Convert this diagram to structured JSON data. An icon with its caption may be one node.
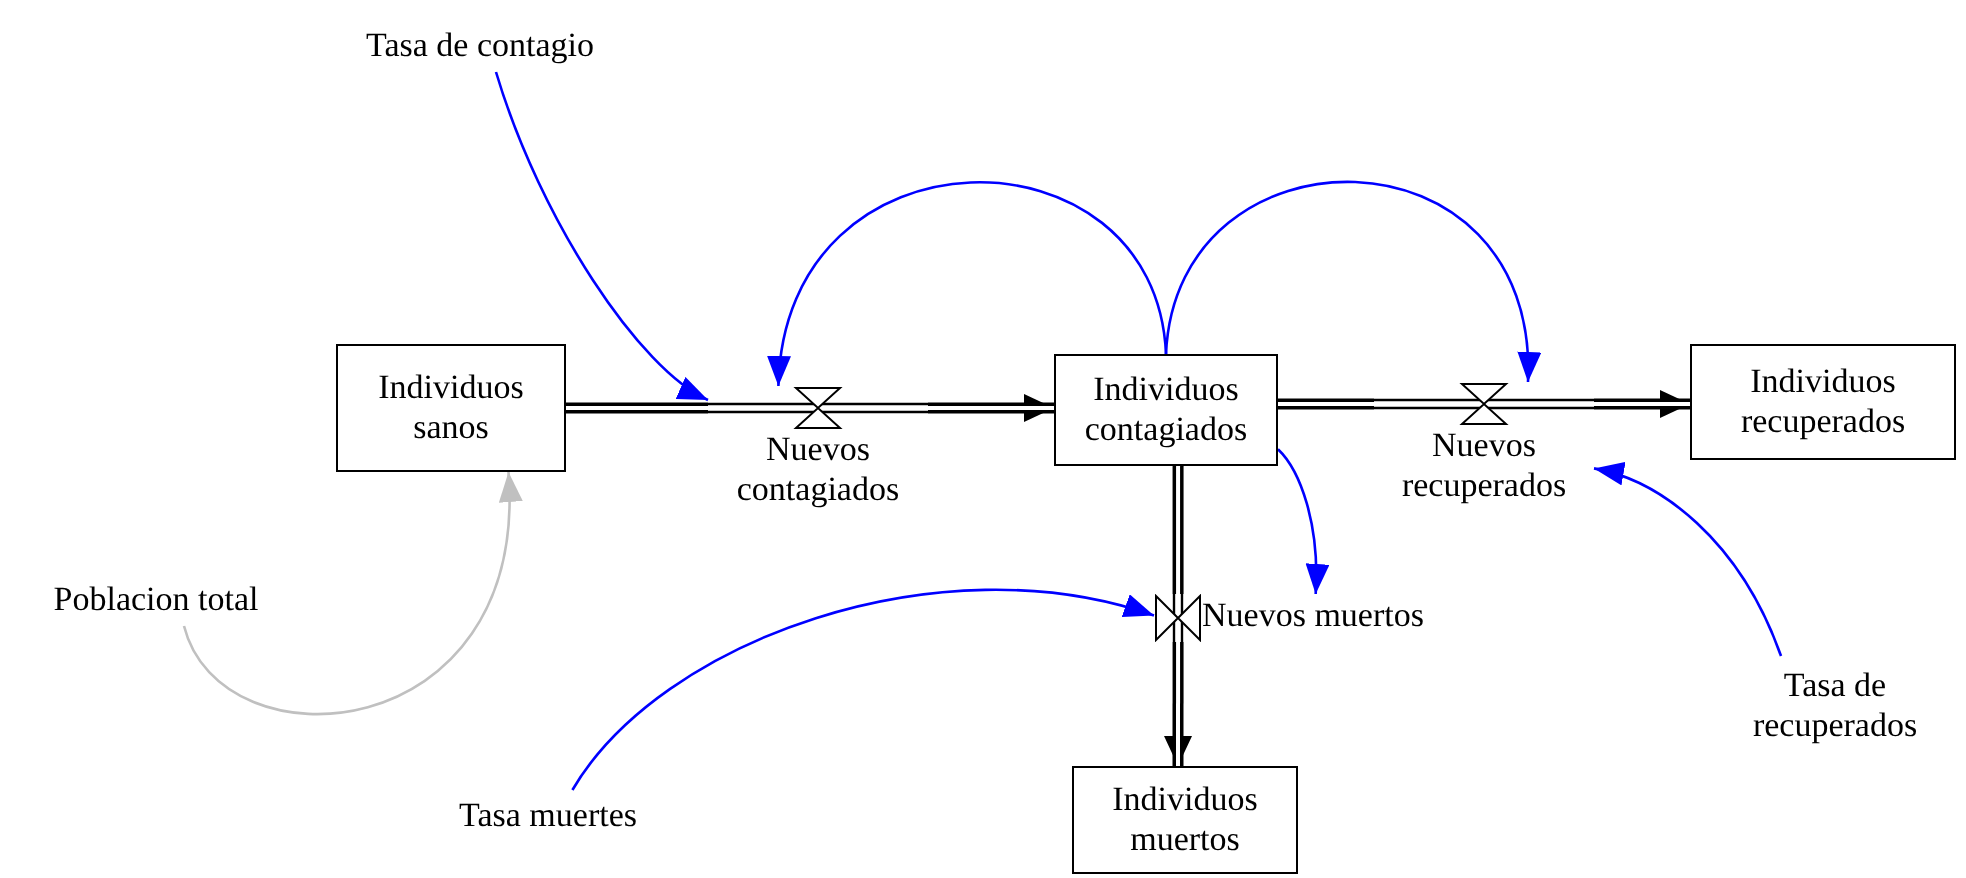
{
  "diagram": {
    "nodes": [
      {
        "text": [
          "Individuos sanos"
        ]
      },
      {
        "text": [
          "Individuos contagiados"
        ]
      },
      {
        "text": [
          "Individuos recuperados"
        ]
      },
      {
        "text": [
          "Individuos muertos"
        ]
      },
      {
        "text": [
          "Tasa de contagio"
        ]
      },
      {
        "text": [
          "Nuevos contagiados"
        ]
      },
      {
        "text": [
          "Nuevos recuperados"
        ]
      },
      {
        "text": [
          "Nuevos muertos"
        ]
      },
      {
        "text": [
          "Poblacion total"
        ]
      },
      {
        "text": [
          "Tasa de recuperados"
        ]
      },
      {
        "text": [
          "Tasa muertes"
        ]
      }
    ],
    "edges": [
      {
        "from": 0,
        "to": 5,
        "arrow": "none",
        "style": "thick"
      },
      {
        "from": 5,
        "to": 1,
        "arrow": "to",
        "style": "thick"
      },
      {
        "from": 1,
        "to": 6,
        "arrow": "none",
        "style": "thick"
      },
      {
        "from": 6,
        "to": 2,
        "arrow": "to",
        "style": "thick"
      },
      {
        "from": 1,
        "to": 7,
        "arrow": "none",
        "style": "thick"
      },
      {
        "from": 7,
        "to": 3,
        "arrow": "to",
        "style": "thick"
      },
      {
        "from": 4,
        "to": 5,
        "arrow": "to",
        "color": "#0000ff"
      },
      {
        "from": 1,
        "to": 5,
        "arrow": "to",
        "color": "#0000ff"
      },
      {
        "from": 1,
        "to": 6,
        "arrow": "to",
        "color": "#0000ff"
      },
      {
        "from": 1,
        "to": 7,
        "arrow": "to",
        "color": "#0000ff"
      },
      {
        "from": 9,
        "to": 6,
        "arrow": "to",
        "color": "#0000ff"
      },
      {
        "from": 10,
        "to": 7,
        "arrow": "to",
        "color": "#0000ff"
      },
      {
        "from": 8,
        "to": 0,
        "arrow": "to",
        "color": "#c0c0c0"
      }
    ]
  }
}
